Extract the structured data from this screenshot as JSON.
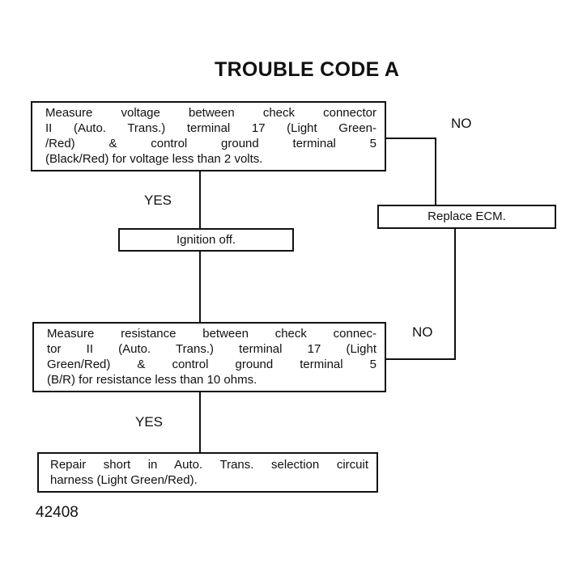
{
  "title": "TROUBLE CODE A",
  "boxes": {
    "step1": {
      "lines": [
        "Measure voltage between check connector",
        "II (Auto. Trans.) terminal 17 (Light Green-",
        "/Red) & control ground terminal 5",
        "(Black/Red) for voltage less than 2 volts."
      ]
    },
    "replace_ecm": {
      "text": "Replace ECM."
    },
    "ignition_off": {
      "text": "Ignition off."
    },
    "step2": {
      "lines": [
        "Measure resistance between check connec-",
        "tor II (Auto. Trans.) terminal 17 (Light",
        "Green/Red) & control ground terminal 5",
        "(B/R) for resistance less than 10 ohms."
      ]
    },
    "repair": {
      "lines": [
        "Repair short in Auto. Trans. selection circuit",
        "harness (Light Green/Red)."
      ]
    }
  },
  "labels": {
    "no1": "NO",
    "yes1": "YES",
    "no2": "NO",
    "yes2": "YES"
  },
  "figure_number": "42408"
}
